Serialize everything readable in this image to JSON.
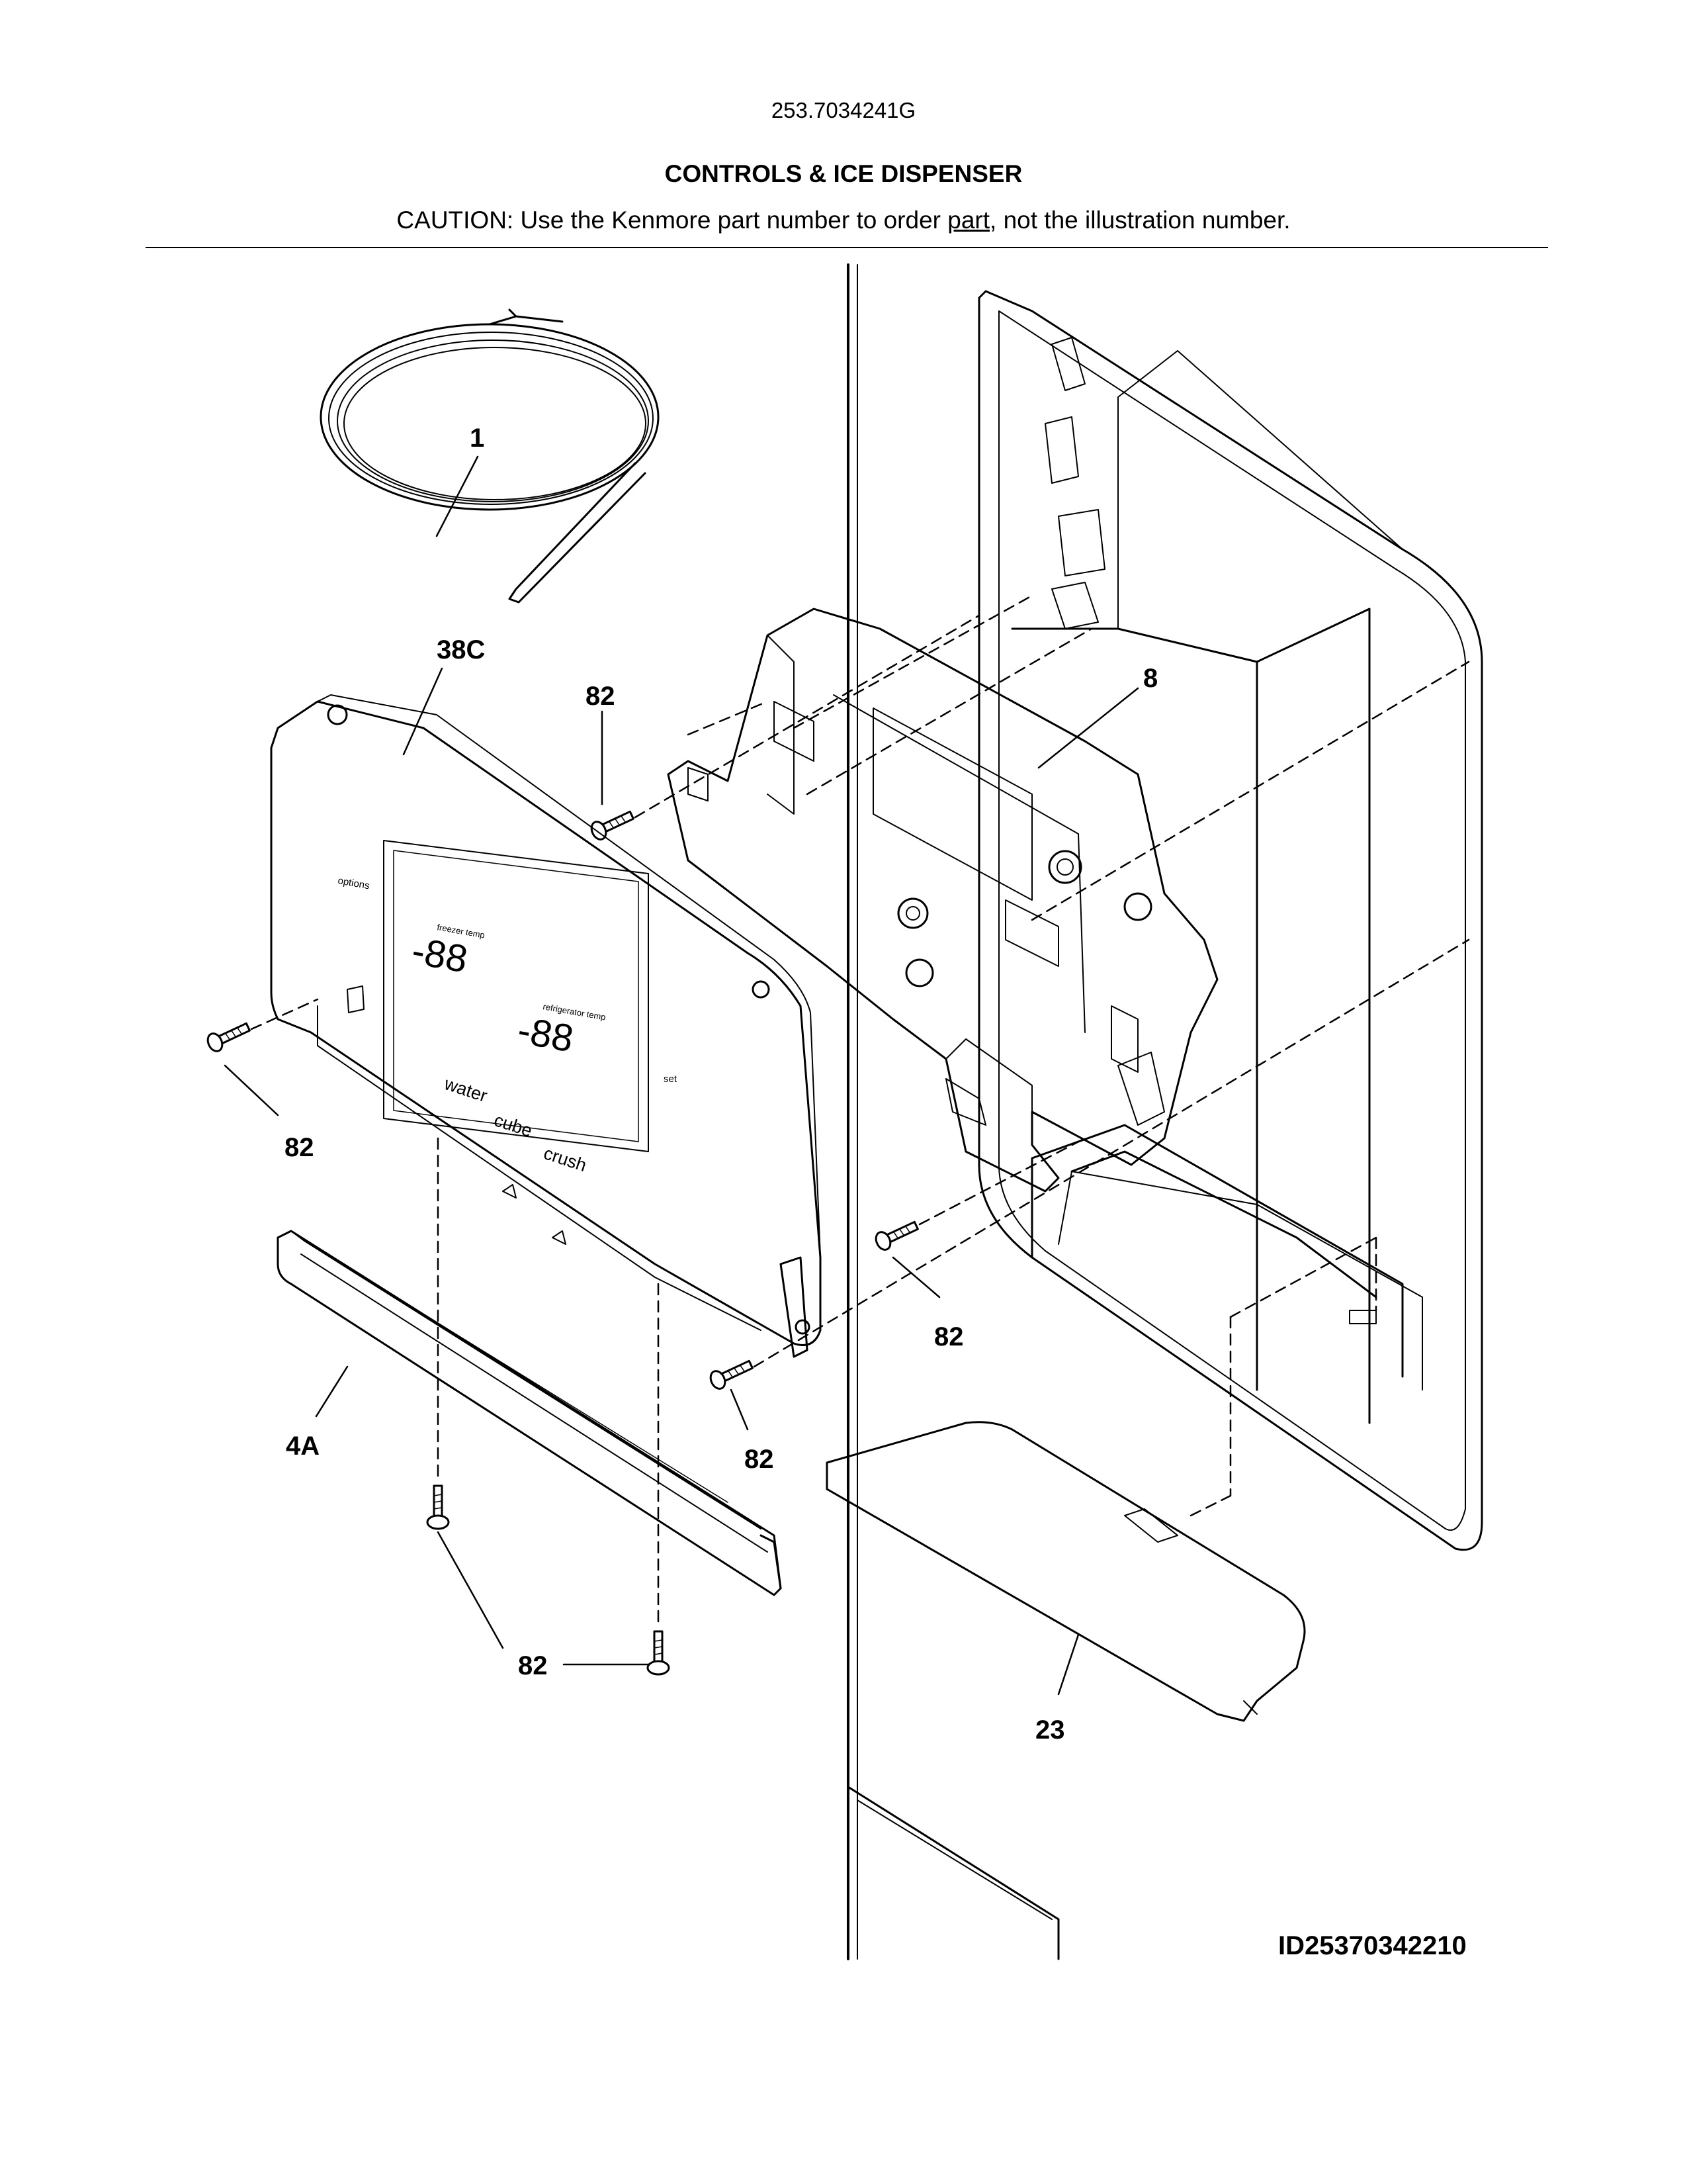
{
  "header": {
    "model_number": "253.7034241G",
    "title": "CONTROLS & ICE DISPENSER",
    "caution_prefix": "CAUTION: Use the Kenmore part number to order ",
    "caution_link": "part",
    "caution_suffix": ", not the illustration number."
  },
  "callouts": {
    "tubing": "1",
    "control_panel": "38C",
    "screw_top": "82",
    "dispenser_housing": "8",
    "screw_left": "82",
    "screw_mid_right": "82",
    "screw_mid_bottom": "82",
    "trim_bar": "4A",
    "screws_bottom": "82",
    "drip_tray": "23"
  },
  "panel_labels": {
    "options": "options",
    "water": "water",
    "cube": "cube",
    "crush": "crush",
    "set": "set",
    "freezer_temp": "freezer temp",
    "refrigerator_temp": "refrigerator temp",
    "digits": "-88"
  },
  "footer": {
    "diagram_id": "ID25370342210"
  }
}
